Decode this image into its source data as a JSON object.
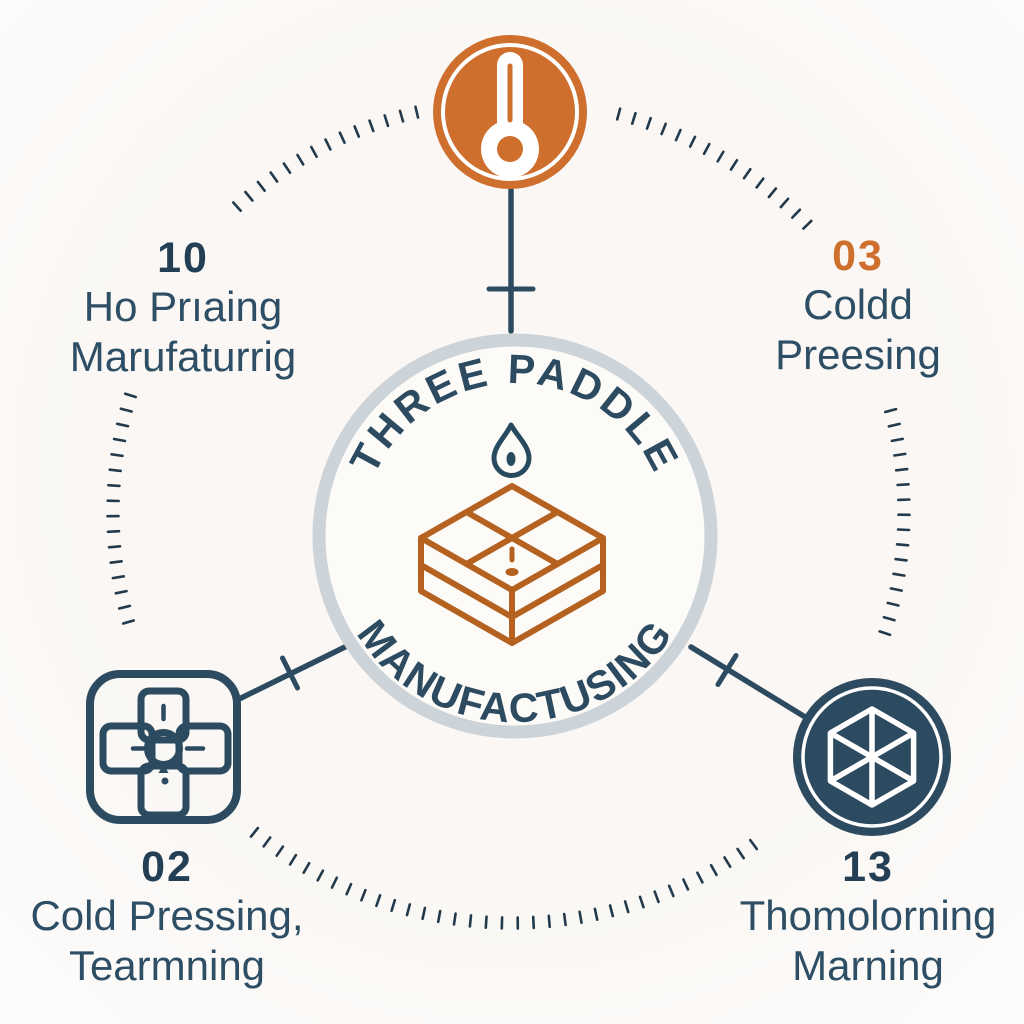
{
  "center": {
    "title_top": "THREE PADDLE",
    "title_bottom": "MANUFACTUSING"
  },
  "nodes": [
    {
      "id": "hot-pressing-top-left",
      "number": "10",
      "number_color": "#223F56",
      "lines": [
        "Ho Prıaing",
        "Marufaturrig"
      ]
    },
    {
      "id": "cold-pressing-top-right",
      "number": "03",
      "number_color": "#CE6F2E",
      "lines": [
        "Coldd",
        "Preesing"
      ]
    },
    {
      "id": "cold-pressing-bottom-left",
      "number": "02",
      "number_color": "#223F56",
      "lines": [
        "Cold Pressing,",
        "Tearmning"
      ]
    },
    {
      "id": "thermoforming-bottom-right",
      "number": "13",
      "number_color": "#223F56",
      "lines": [
        "Thomolorning",
        "Marning"
      ]
    }
  ],
  "icons": {
    "top_node": "thermometer-icon",
    "bottom_left_node": "fan-icon",
    "bottom_right_node": "hexagon-cube-icon",
    "center_top": "water-drop-icon",
    "center_main": "paddle-stack-icon"
  },
  "colors": {
    "accent_orange": "#CE6F2E",
    "box_orange": "#B5611F",
    "dark_navy": "#2C4B60",
    "text_navy": "#2D4E64",
    "number_navy": "#223F56",
    "arc_tick": "#223A4C",
    "ring_gray": "#CCD4DA",
    "background": "#FBF9F6"
  }
}
